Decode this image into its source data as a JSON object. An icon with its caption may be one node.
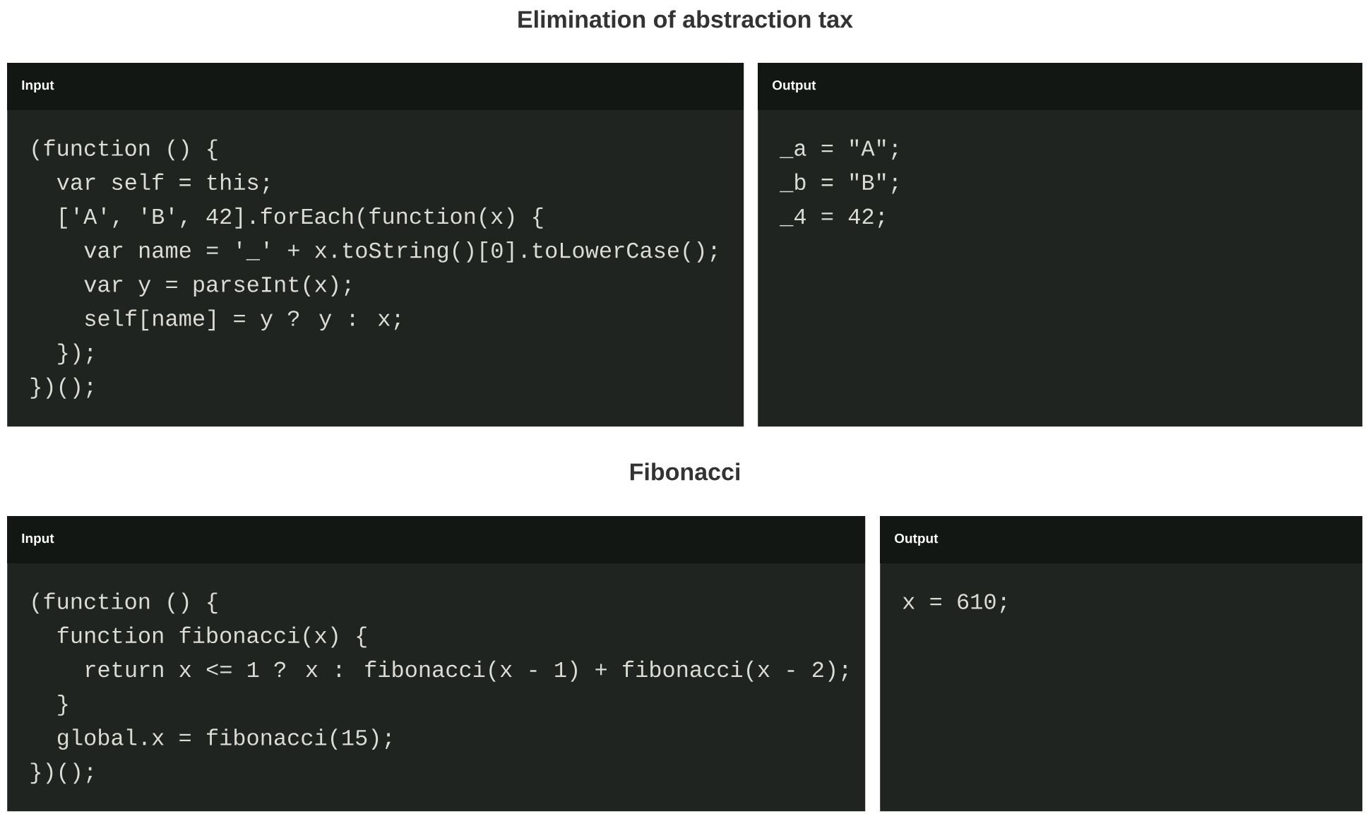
{
  "diagram": {
    "nodes": [
      {
        "text": [
          "Input",
          "(function () {",
          "  var self = this;",
          "  ['A', 'B', 42].forEach(function(x) {",
          "    var name = '_' + x.toString()[0].toLowerCase();",
          "    var y = parseInt(x);",
          "    self[name] = y ? y : x;",
          "  });",
          "})();"
        ]
      },
      {
        "text": [
          "Output",
          "_a = \"A\";",
          "_b = \"B\";",
          "_4 = 42;"
        ]
      },
      {
        "text": [
          "Input",
          "(function () {",
          "  function fibonacci(x) {",
          "    return x <= 1 ? x : fibonacci(x - 1) + fibonacci(x - 2);",
          "  }",
          "  global.x = fibonacci(15);",
          "})();"
        ]
      },
      {
        "text": [
          "Output",
          "x = 610;"
        ]
      }
    ],
    "labels": [
      "Elimination of abstraction tax",
      "Fibonacci"
    ]
  }
}
